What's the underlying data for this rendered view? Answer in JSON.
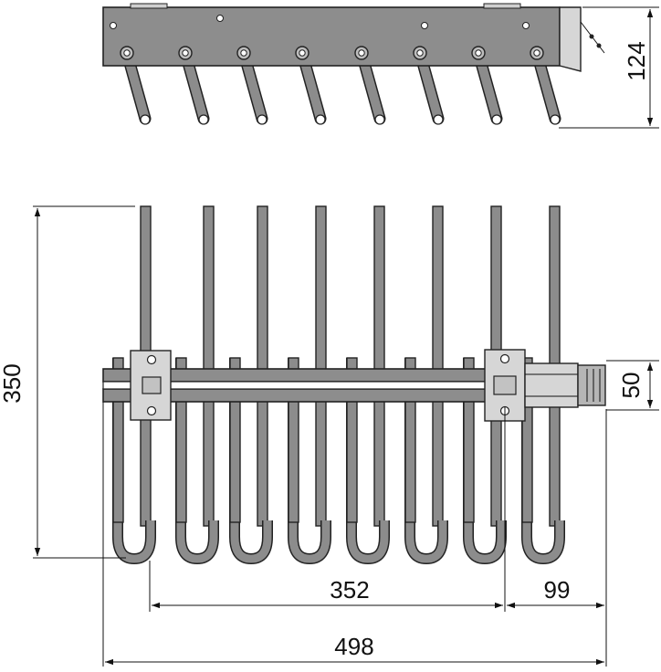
{
  "dimensions": {
    "height_top_view": "124",
    "depth": "350",
    "rail_height": "50",
    "hanger_span": "352",
    "extension": "99",
    "total_width": "498"
  },
  "colors": {
    "metal": "#8c8c8c",
    "light_part": "#d6d6d6",
    "line": "#111111"
  }
}
